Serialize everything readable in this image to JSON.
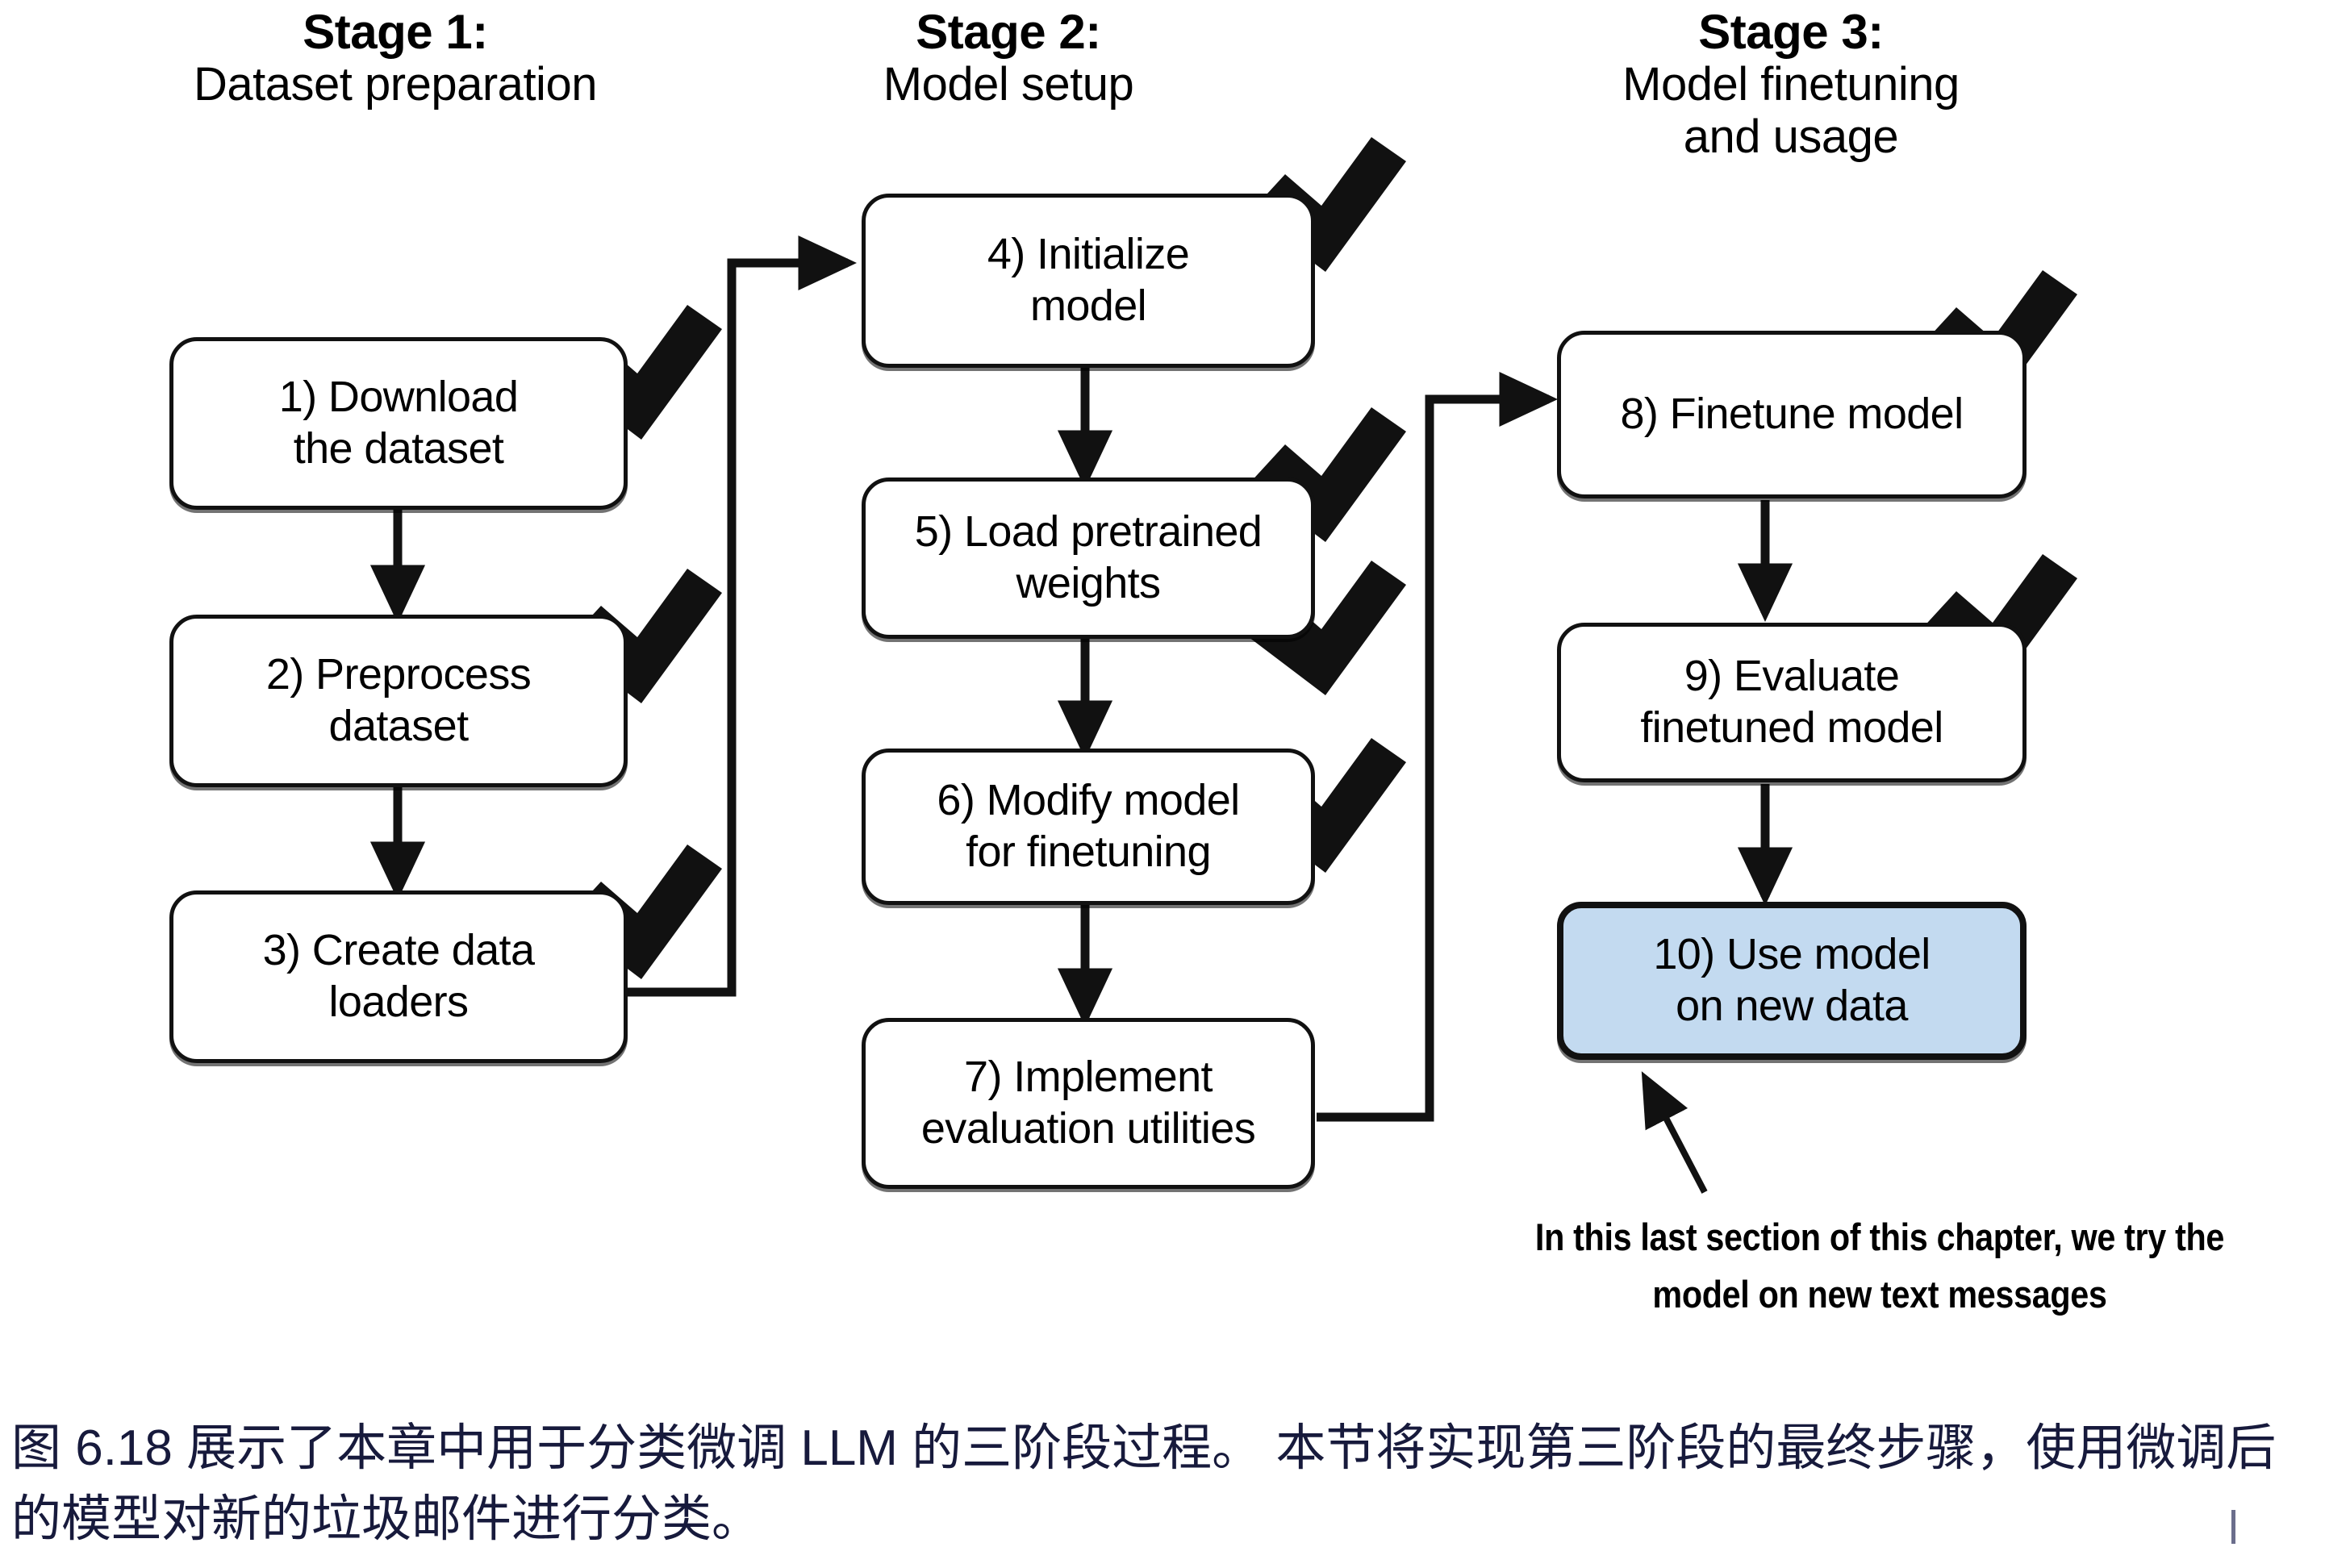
{
  "figure": {
    "stages": [
      {
        "id": "stage-1",
        "heading": "Stage 1:",
        "subheading": "Dataset preparation"
      },
      {
        "id": "stage-2",
        "heading": "Stage 2:",
        "subheading": "Model setup"
      },
      {
        "id": "stage-3",
        "heading": "Stage 3:",
        "subheading": "Model finetuning\nand usage"
      }
    ],
    "nodes": [
      {
        "id": "node-1",
        "label": "1) Download\nthe dataset",
        "stage": "stage-1",
        "checked": true,
        "highlighted": false
      },
      {
        "id": "node-2",
        "label": "2) Preprocess\ndataset",
        "stage": "stage-1",
        "checked": true,
        "highlighted": false
      },
      {
        "id": "node-3",
        "label": "3) Create data\nloaders",
        "stage": "stage-1",
        "checked": true,
        "highlighted": false
      },
      {
        "id": "node-4",
        "label": "4) Initialize\nmodel",
        "stage": "stage-2",
        "checked": true,
        "highlighted": false
      },
      {
        "id": "node-5",
        "label": "5) Load pretrained\nweights",
        "stage": "stage-2",
        "checked": true,
        "highlighted": false
      },
      {
        "id": "node-6",
        "label": "6) Modify model\nfor finetuning",
        "stage": "stage-2",
        "checked": true,
        "highlighted": false
      },
      {
        "id": "node-7",
        "label": "7) Implement\nevaluation utilities",
        "stage": "stage-2",
        "checked": true,
        "highlighted": false
      },
      {
        "id": "node-8",
        "label": "8) Finetune model",
        "stage": "stage-3",
        "checked": true,
        "highlighted": false
      },
      {
        "id": "node-9",
        "label": "9) Evaluate\nfinetuned model",
        "stage": "stage-3",
        "checked": true,
        "highlighted": false
      },
      {
        "id": "node-10",
        "label": "10) Use model\non new data",
        "stage": "stage-3",
        "checked": false,
        "highlighted": true
      }
    ],
    "annotation": {
      "text": "In this last section of this chapter, we try the\nmodel on new text messages",
      "points_to": "node-10"
    },
    "colors": {
      "highlight_fill": "#c3daf0",
      "stroke": "#111111",
      "caption_text": "#171a3c",
      "background": "#ffffff"
    }
  },
  "caption": {
    "text": "图 6.18 展示了本章中用于分类微调 LLM 的三阶段过程。 本节将实现第三阶段的最终步骤，使用微调后的模型对新的垃圾邮件进行分类。"
  }
}
